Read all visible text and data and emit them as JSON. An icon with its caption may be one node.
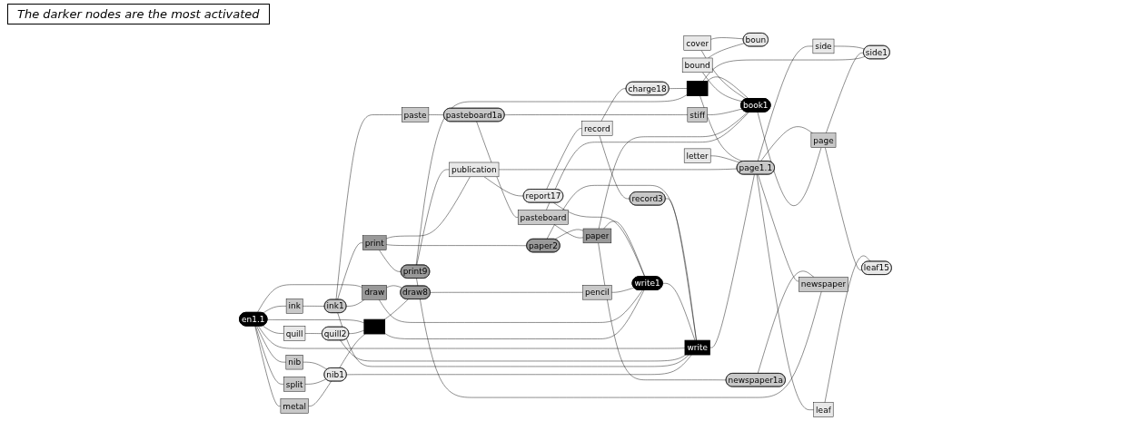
{
  "diagram": {
    "nodes": [
      {
        "text": [
          "metal"
        ]
      },
      {
        "text": [
          "split"
        ]
      },
      {
        "text": [
          "nib"
        ]
      },
      {
        "text": [
          "nib1"
        ]
      },
      {
        "text": [
          "ink"
        ]
      },
      {
        "text": [
          "ink1"
        ]
      },
      {
        "text": [
          "en1.1"
        ]
      },
      {
        "text": [
          "quill"
        ]
      },
      {
        "text": [
          "quill2"
        ]
      },
      {
        "text": [],
        "shape": "box"
      },
      {
        "text": [
          "draw"
        ]
      },
      {
        "text": [
          "draw8"
        ]
      },
      {
        "text": [
          "pencil"
        ]
      },
      {
        "text": [
          "write1"
        ]
      },
      {
        "text": [
          "write"
        ]
      },
      {
        "text": [
          "print"
        ]
      },
      {
        "text": [
          "print9"
        ]
      },
      {
        "text": [
          "publication"
        ]
      },
      {
        "text": [
          "report17"
        ]
      },
      {
        "text": [
          "paste"
        ]
      },
      {
        "text": [
          "pasteboard1a"
        ]
      },
      {
        "text": [
          "record"
        ]
      },
      {
        "text": [
          "record3"
        ]
      },
      {
        "text": [
          "pasteboard"
        ]
      },
      {
        "text": [
          "paper2"
        ]
      },
      {
        "text": [
          "paper"
        ]
      },
      {
        "text": [
          "stiff"
        ]
      },
      {
        "text": [
          "charge18"
        ]
      },
      {
        "text": [
          "letter"
        ]
      },
      {
        "text": [
          "bound"
        ]
      },
      {
        "text": [
          "cover"
        ]
      },
      {
        "text": [
          "boun"
        ]
      },
      {
        "text": [],
        "shape": "box"
      },
      {
        "text": [
          "book1"
        ]
      },
      {
        "text": [
          "page"
        ]
      },
      {
        "text": [
          "page1.1"
        ]
      },
      {
        "text": [
          "side"
        ]
      },
      {
        "text": [
          "side1"
        ]
      },
      {
        "text": [
          "leaf"
        ]
      },
      {
        "text": [
          "leaf15"
        ]
      },
      {
        "text": [
          "newspaper1a"
        ]
      },
      {
        "text": [
          "newspaper"
        ]
      }
    ],
    "edges": [
      {
        "from": 6,
        "to": 0,
        "arrow": "none"
      },
      {
        "from": 6,
        "to": 1,
        "arrow": "none"
      },
      {
        "from": 6,
        "to": 2,
        "arrow": "none"
      },
      {
        "from": 6,
        "to": 4,
        "arrow": "none"
      },
      {
        "from": 0,
        "to": 3,
        "arrow": "none"
      },
      {
        "from": 1,
        "to": 3,
        "arrow": "none"
      },
      {
        "from": 2,
        "to": 3,
        "arrow": "none"
      },
      {
        "from": 3,
        "to": 9,
        "arrow": "none"
      },
      {
        "from": 3,
        "to": 14,
        "arrow": "none"
      },
      {
        "from": 4,
        "to": 5,
        "arrow": "none"
      },
      {
        "from": 5,
        "to": 15,
        "arrow": "none"
      },
      {
        "from": 5,
        "to": 19,
        "arrow": "none"
      },
      {
        "from": 5,
        "to": 10,
        "arrow": "none"
      },
      {
        "from": 5,
        "to": 14,
        "arrow": "none"
      },
      {
        "from": 6,
        "to": 7,
        "arrow": "none"
      },
      {
        "from": 7,
        "to": 8,
        "arrow": "none"
      },
      {
        "from": 8,
        "to": 9,
        "arrow": "none"
      },
      {
        "from": 8,
        "to": 14,
        "arrow": "none"
      },
      {
        "from": 6,
        "to": 10,
        "arrow": "none"
      },
      {
        "from": 6,
        "to": 14,
        "arrow": "none"
      },
      {
        "from": 6,
        "to": 9,
        "arrow": "none"
      },
      {
        "from": 9,
        "to": 13,
        "arrow": "none"
      },
      {
        "from": 9,
        "to": 11,
        "arrow": "none"
      },
      {
        "from": 10,
        "to": 13,
        "arrow": "none"
      },
      {
        "from": 10,
        "to": 11,
        "arrow": "none"
      },
      {
        "from": 11,
        "to": 12,
        "arrow": "none"
      },
      {
        "from": 12,
        "to": 13,
        "arrow": "none"
      },
      {
        "from": 13,
        "to": 14,
        "arrow": "none"
      },
      {
        "from": 18,
        "to": 13,
        "arrow": "none"
      },
      {
        "from": 22,
        "to": 14,
        "arrow": "none"
      },
      {
        "from": 24,
        "to": 14,
        "arrow": "none"
      },
      {
        "from": 14,
        "to": 35,
        "arrow": "none"
      },
      {
        "from": 15,
        "to": 16,
        "arrow": "none"
      },
      {
        "from": 15,
        "to": 17,
        "arrow": "none"
      },
      {
        "from": 15,
        "to": 24,
        "arrow": "none"
      },
      {
        "from": 16,
        "to": 17,
        "arrow": "none"
      },
      {
        "from": 16,
        "to": 41,
        "arrow": "none"
      },
      {
        "from": 16,
        "to": 32,
        "arrow": "none"
      },
      {
        "from": 17,
        "to": 18,
        "arrow": "none"
      },
      {
        "from": 17,
        "to": 35,
        "arrow": "none"
      },
      {
        "from": 18,
        "to": 21,
        "arrow": "none"
      },
      {
        "from": 19,
        "to": 20,
        "arrow": "none"
      },
      {
        "from": 20,
        "to": 26,
        "arrow": "none"
      },
      {
        "from": 20,
        "to": 23,
        "arrow": "none"
      },
      {
        "from": 21,
        "to": 22,
        "arrow": "none"
      },
      {
        "from": 21,
        "to": 27,
        "arrow": "none"
      },
      {
        "from": 23,
        "to": 33,
        "arrow": "none"
      },
      {
        "from": 23,
        "to": 25,
        "arrow": "none"
      },
      {
        "from": 24,
        "to": 25,
        "arrow": "none"
      },
      {
        "from": 25,
        "to": 13,
        "arrow": "none"
      },
      {
        "from": 25,
        "to": 33,
        "arrow": "none"
      },
      {
        "from": 25,
        "to": 40,
        "arrow": "none"
      },
      {
        "from": 26,
        "to": 33,
        "arrow": "none"
      },
      {
        "from": 27,
        "to": 32,
        "arrow": "none"
      },
      {
        "from": 28,
        "to": 35,
        "arrow": "none"
      },
      {
        "from": 29,
        "to": 33,
        "arrow": "none"
      },
      {
        "from": 29,
        "to": 31,
        "arrow": "none"
      },
      {
        "from": 30,
        "to": 31,
        "arrow": "none"
      },
      {
        "from": 30,
        "to": 33,
        "arrow": "none"
      },
      {
        "from": 32,
        "to": 35,
        "arrow": "none"
      },
      {
        "from": 32,
        "to": 33,
        "arrow": "none"
      },
      {
        "from": 32,
        "to": 37,
        "arrow": "none"
      },
      {
        "from": 33,
        "to": 34,
        "arrow": "none"
      },
      {
        "from": 35,
        "to": 34,
        "arrow": "none"
      },
      {
        "from": 35,
        "to": 36,
        "arrow": "none"
      },
      {
        "from": 35,
        "to": 38,
        "arrow": "none"
      },
      {
        "from": 35,
        "to": 41,
        "arrow": "none"
      },
      {
        "from": 34,
        "to": 37,
        "arrow": "none"
      },
      {
        "from": 34,
        "to": 39,
        "arrow": "none"
      },
      {
        "from": 36,
        "to": 37,
        "arrow": "none"
      },
      {
        "from": 38,
        "to": 39,
        "arrow": "none"
      },
      {
        "from": 40,
        "to": 41,
        "arrow": "none"
      }
    ],
    "labels": [
      "The darker nodes are the most activated"
    ]
  }
}
